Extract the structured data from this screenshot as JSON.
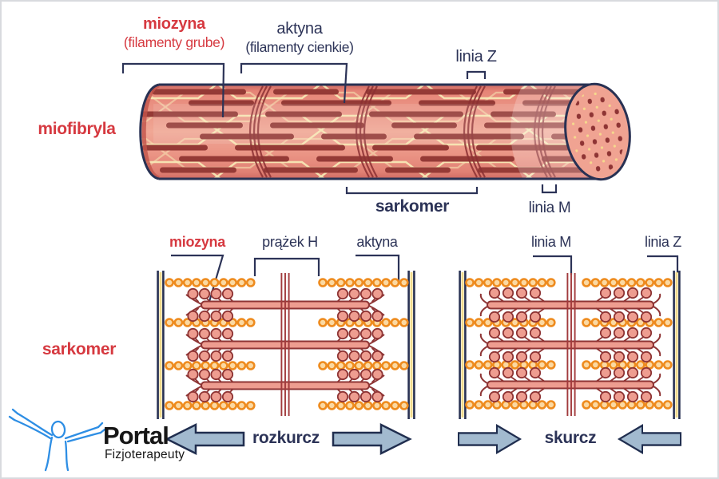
{
  "colors": {
    "accent_red": "#d63940",
    "navy": "#2c3357",
    "cylinder_mid": "#f0a795",
    "cylinder_edge": "#cf6a63",
    "filament_dark_red": "#953a36",
    "actin_cream": "#f7e7b4",
    "band_red": "#8c3032",
    "cap_fill": "#f0a392",
    "cap_dot_red": "#8e3434",
    "cap_dot_yellow": "#f6d98d",
    "bead_outline_orange": "#ee8b1e",
    "bead_fill": "#fbd9a2",
    "myosin_fill": "#ee9d90",
    "myosin_edge": "#8e3434",
    "m_line_red": "#a13a3c",
    "z_line_yellow": "#f0d98c",
    "arrow_fill": "#a2bacf",
    "arrow_edge": "#202e4f",
    "logo_blue": "#2e8ee4"
  },
  "myofibril": {
    "side_label": "miofibryla",
    "callout_miozyna_title": "miozyna",
    "callout_miozyna_sub": "(filamenty grube)",
    "callout_aktyna_title": "aktyna",
    "callout_aktyna_sub": "(filamenty cienkie)",
    "callout_linia_z": "linia Z",
    "callout_sarkomer": "sarkomer",
    "callout_linia_m": "linia M"
  },
  "sarcomere": {
    "side_label": "sarkomer",
    "callout_miozyna": "miozyna",
    "callout_prazek_h": "prążek H",
    "callout_aktyna": "aktyna",
    "callout_linia_m": "linia M",
    "callout_linia_z": "linia Z",
    "relaxed_label": "rozkurcz",
    "contracted_label": "skurcz"
  },
  "logo": {
    "name": "Portal",
    "subtitle": "Fizjoterapeuty"
  }
}
